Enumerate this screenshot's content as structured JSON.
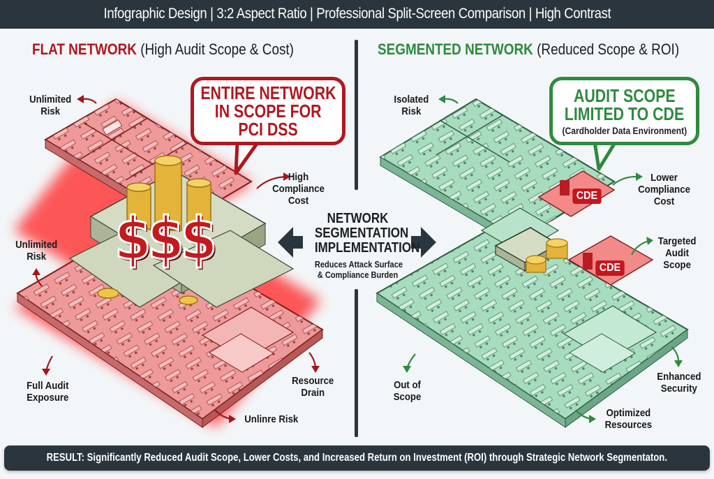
{
  "header": {
    "title": "Infographic Design | 3:2 Aspect Ratio | Professional Split-Screen Comparison | High Contrast"
  },
  "left_panel": {
    "title_bold": "FLAT NETWORK",
    "title_rest": " (High Audit Scope & Cost)",
    "accent_color": "#b0171f",
    "zone_color": "#f08080",
    "bubble": {
      "line1": "ENTIRE NETWORK",
      "line2": "IN SCOPE FOR",
      "line3": "PCI DSS"
    },
    "money_symbol": "$$$",
    "labels": {
      "unlimited_risk_top_1": "Unlimited",
      "unlimited_risk_top_2": "Risk",
      "high_cost_1": "High",
      "high_cost_2": "Compliance",
      "high_cost_3": "Cost",
      "unlimited_risk_mid_1": "Unlimited",
      "unlimited_risk_mid_2": "Risk",
      "full_audit_1": "Full Audit",
      "full_audit_2": "Exposure",
      "resource_drain_1": "Resource",
      "resource_drain_2": "Drain",
      "unlinre_risk": "Unlinre Risk"
    }
  },
  "right_panel": {
    "title_bold": "SEGMENTED NETWORK",
    "title_rest": " (Reduced Scope & ROI)",
    "accent_color": "#2e8a3e",
    "zone_color": "#8fd6ae",
    "bubble": {
      "line1": "AUDIT SCOPE",
      "line2": "LIMITED TO CDE",
      "line3": "(Cardholder Data Environment)"
    },
    "cde_badges": [
      "CDE",
      "CDE"
    ],
    "labels": {
      "isolated_risk_1": "Isolated",
      "isolated_risk_2": "Risk",
      "lower_cost_1": "Lower",
      "lower_cost_2": "Compliance",
      "lower_cost_3": "Cost",
      "targeted_1": "Targeted",
      "targeted_2": "Audit",
      "targeted_3": "Scope",
      "out_of_scope_1": "Out of",
      "out_of_scope_2": "Scope",
      "enhanced_1": "Enhanced",
      "enhanced_2": "Security",
      "optimized_1": "Optimized",
      "optimized_2": "Resources"
    }
  },
  "center": {
    "heading_1": "NETWORK",
    "heading_2": "SEGMENTATION",
    "heading_3": "IMPLEMENTATION",
    "sub_1": "Reduces Attack Surface",
    "sub_2": "& Compliance Burden"
  },
  "footer": {
    "result": "RESULT: Significantly Reduced Audit Scope, Lower Costs, and Increased Return on Investment (ROI) through Strategic Network Segmentaton."
  }
}
